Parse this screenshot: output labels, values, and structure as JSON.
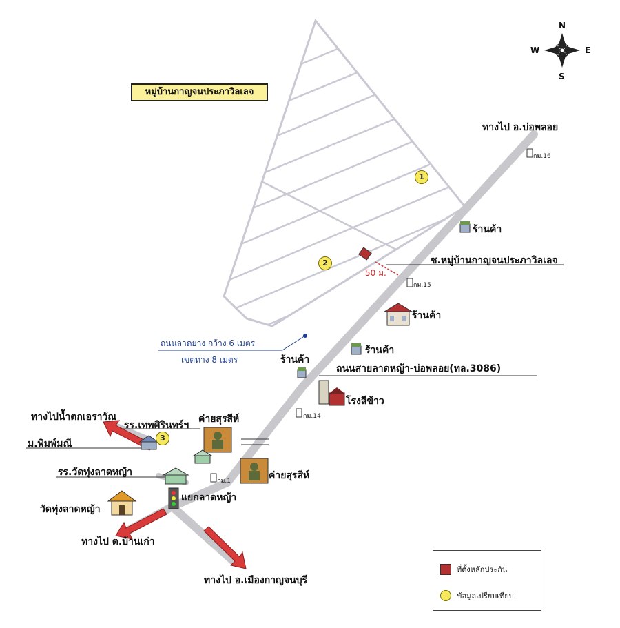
{
  "title": "หมู่บ้านกาญจนประภาวิลเลจ",
  "compass": {
    "n": "N",
    "s": "S",
    "e": "E",
    "w": "W"
  },
  "labels": {
    "to_bo_phloi": "ทางไป อ.บ่อพลอย",
    "shop_1": "ร้านค้า",
    "shop_2": "ร้านค้า",
    "shop_3": "ร้านค้า",
    "shop_4": "ร้านค้า",
    "soi_village": "ซ.หมู่บ้านกาญจนประภาวิลเลจ",
    "distance": "50 ม.",
    "road_width": "ถนนลาดยาง กว้าง 6 เมตร",
    "road_reserve": "เขตทาง 8 เมตร",
    "main_road": "ถนนสายลาดหญ้า-บ่อพลอย(ทล.3086)",
    "rice_mill": "โรงสีข้าว",
    "to_waterfall": "ทางไปน้ำตกเอราวัณ",
    "school_thep": "รร.เทพศิรินทร์ฯ",
    "camp_1": "ค่ายสุรสีห์",
    "camp_2": "ค่ายสุรสีห์",
    "village_phim": "ม.พิมพ์มณี",
    "school_wat": "รร.วัดทุ่งลาดหญ้า",
    "junction": "แยกลาดหญ้า",
    "temple": "วัดทุ่งลาดหญ้า",
    "to_ban_kao": "ทางไป ต.บ้านเก่า",
    "to_mueang": "ทางไป อ.เมืองกาญจนบุรี"
  },
  "km_markers": {
    "km16": "กม.16",
    "km15": "กม.15",
    "km14": "กม.14",
    "km1": "กม.1"
  },
  "circles": {
    "c1": "1",
    "c2": "2",
    "c3": "3"
  },
  "legend": {
    "marker": "ที่ตั้งหลักประกัน",
    "compare": "ข้อมูลเปรียบเทียบ"
  },
  "colors": {
    "road": "#c8c8cc",
    "arrow": "#d93a3a",
    "marker": "#b33131",
    "plot_line": "#c9c9d4",
    "circle": "#f6ea5c",
    "title_bg": "#fbf19a"
  }
}
